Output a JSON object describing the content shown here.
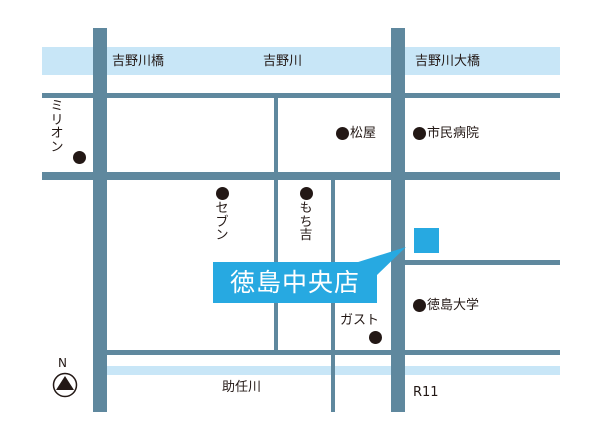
{
  "map": {
    "colors": {
      "road": "#5f889e",
      "river": "#c8e6f7",
      "highlight": "#27a9e1",
      "marker": "#231815"
    },
    "rivers": {
      "top_label_left": "吉野川橋",
      "top_label_center": "吉野川",
      "top_label_right": "吉野川大橋",
      "bottom_label": "助任川"
    },
    "roads": {
      "route_label": "R11"
    },
    "landmarks": [
      {
        "name": "ミリオン"
      },
      {
        "name": "松屋"
      },
      {
        "name": "市民病院"
      },
      {
        "name": "セブン"
      },
      {
        "name": "もち吉"
      },
      {
        "name": "徳島大学"
      },
      {
        "name": "ガスト"
      }
    ],
    "store": {
      "name": "徳島中央店"
    },
    "compass": {
      "label": "N"
    }
  }
}
